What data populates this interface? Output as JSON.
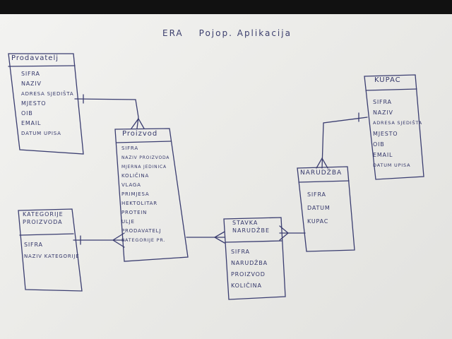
{
  "title": {
    "part1": "ERA",
    "part2": "Pojop. Aplikacija"
  },
  "entities": {
    "prodavatelj": {
      "name": "Prodavatelj",
      "attributes": [
        "SIFRA",
        "NAZIV",
        "ADRESA SJEDIŠTA",
        "MJESTO",
        "OIB",
        "EMAIL",
        "DATUM UPISA"
      ]
    },
    "proizvod": {
      "name": "Proizvod",
      "attributes": [
        "SIFRA",
        "NAZIV PROIZVODA",
        "MJERNA JEDINICA",
        "KOLIČINA",
        "VLAGA",
        "PRIMJESA",
        "HEKTOLITAR",
        "PROTEIN",
        "ULJE",
        "PRODAVATELJ",
        "KATEGORIJE PR."
      ]
    },
    "kategorije": {
      "name_line1": "KATEGORIJE",
      "name_line2": "PROIZVODA",
      "attributes": [
        "SIFRA",
        "NAZIV KATEGORIJE"
      ]
    },
    "stavka": {
      "name_line1": "STAVKA",
      "name_line2": "NARUDŽBE",
      "attributes": [
        "SIFRA",
        "NARUDŽBA",
        "PROIZVOD",
        "KOLIČINA"
      ]
    },
    "narudzba": {
      "name": "NARUDŽBA",
      "attributes": [
        "SIFRA",
        "DATUM",
        "KUPAC"
      ]
    },
    "kupac": {
      "name": "KUPAC",
      "attributes": [
        "SIFRA",
        "NAZIV",
        "ADRESA SJEDIŠTA",
        "MJESTO",
        "OIB",
        "EMAIL",
        "DATUM UPISA"
      ]
    }
  },
  "relationships": [
    {
      "from": "prodavatelj",
      "to": "proizvod",
      "from_end": "one",
      "to_end": "many"
    },
    {
      "from": "kategorije",
      "to": "proizvod",
      "from_end": "one",
      "to_end": "many"
    },
    {
      "from": "proizvod",
      "to": "stavka",
      "from_end": "one",
      "to_end": "many"
    },
    {
      "from": "narudzba",
      "to": "stavka",
      "from_end": "one",
      "to_end": "many"
    },
    {
      "from": "kupac",
      "to": "narudzba",
      "from_end": "one",
      "to_end": "many"
    }
  ],
  "colors": {
    "ink": "#34376a",
    "paper": "#ededeb",
    "background": "#1a1a1a"
  }
}
